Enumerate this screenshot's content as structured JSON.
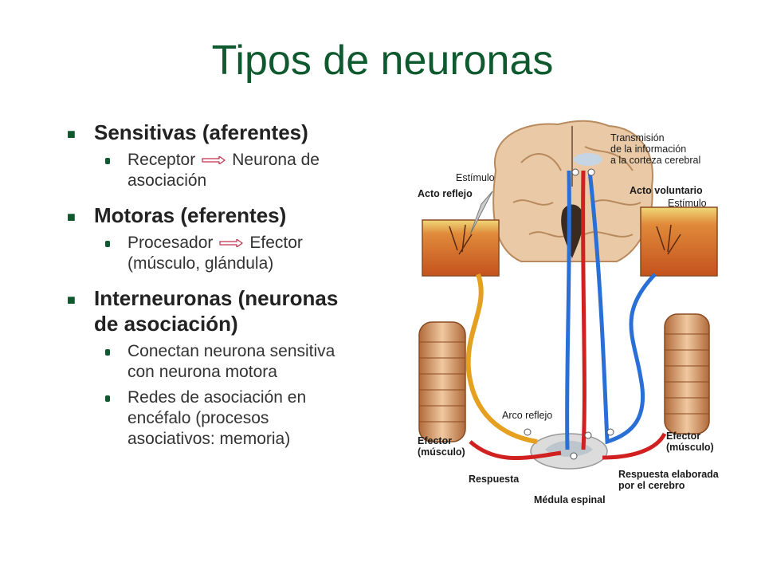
{
  "slide": {
    "title": "Tipos de neuronas",
    "sections": [
      {
        "heading": "Sensitivas (aferentes)",
        "items": [
          {
            "a": "Receptor",
            "b": "Neurona de",
            "cont": "asociación"
          }
        ]
      },
      {
        "heading": "Motoras (eferentes)",
        "items": [
          {
            "a": "Procesador",
            "b": "Efector",
            "cont": "(músculo, glándula)"
          }
        ]
      },
      {
        "heading_line1": "Interneuronas (neuronas",
        "heading_line2": "de asociación)",
        "items": [
          {
            "line1": "Conectan neurona sensitiva",
            "line2": "con neurona motora"
          },
          {
            "line1": "Redes de asociación en",
            "line2": "encéfalo (procesos",
            "line3": "asociativos: memoria)"
          }
        ]
      }
    ]
  },
  "figure": {
    "labels": {
      "transmision": [
        "Transmisión",
        "de la información",
        "a la corteza cerebral"
      ],
      "estimulo_left": "Estímulo",
      "acto_reflejo": "Acto reflejo",
      "acto_voluntario": "Acto voluntario",
      "estimulo_right": "Estímulo",
      "arco_reflejo": "Arco reflejo",
      "efector_left": [
        "Efector",
        "(músculo)"
      ],
      "efector_right": [
        "Efector",
        "(músculo)"
      ],
      "respuesta": "Respuesta",
      "respuesta_elaborada": [
        "Respuesta elaborada",
        "por el cerebro"
      ],
      "medula": "Médula espinal"
    },
    "colors": {
      "sensory": "#e6a020",
      "motor_red": "#d02020",
      "motor_blue": "#2a6fd6",
      "skin": "#d86a2a",
      "brain": "#e8c8a8",
      "muscle": "#c8784a"
    }
  }
}
